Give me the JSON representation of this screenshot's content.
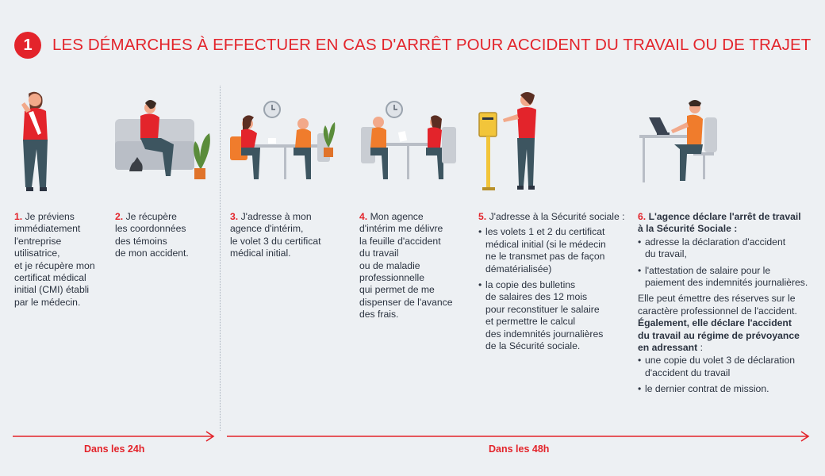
{
  "header": {
    "number": "1",
    "title": "LES DÉMARCHES À EFFECTUER EN CAS D'ARRÊT POUR ACCIDENT DU TRAVAIL OU DE TRAJET"
  },
  "steps": [
    {
      "number": "1.",
      "lines": [
        "Je préviens",
        "immédiatement",
        "l'entreprise",
        "utilisatrice,",
        "et je récupère mon",
        "certificat médical",
        "initial (CMI) établi",
        "par le médecin."
      ]
    },
    {
      "number": "2.",
      "lines": [
        "Je récupère",
        "les coordonnées",
        "des témoins",
        "de mon accident."
      ]
    },
    {
      "number": "3.",
      "lines": [
        "J'adresse à mon",
        "agence d'intérim,",
        "le volet 3 du certificat",
        "médical initial."
      ]
    },
    {
      "number": "4.",
      "lines": [
        "Mon agence",
        "d'intérim me délivre",
        "la feuille d'accident",
        "du travail",
        "ou de maladie",
        "professionnelle",
        "qui permet de me",
        "dispenser de l'avance",
        "des frais."
      ]
    },
    {
      "number": "5.",
      "intro": "J'adresse à la Sécurité sociale :",
      "bullets": [
        [
          "les volets 1 et 2 du certificat",
          "médical initial (si le médecin",
          "ne le transmet pas de façon",
          "dématérialisée)"
        ],
        [
          "la copie des bulletins",
          "de salaires des 12 mois",
          "pour reconstituer le salaire",
          "et permettre le calcul",
          "des indemnités journalières",
          "de la Sécurité sociale."
        ]
      ]
    },
    {
      "number": "6.",
      "heading": [
        "L'agence déclare l'arrêt de travail",
        "à la Sécurité Sociale :"
      ],
      "bullets1": [
        [
          "adresse la déclaration d'accident",
          "du travail,"
        ],
        [
          "l'attestation de salaire pour le",
          "paiement des indemnités journalières."
        ]
      ],
      "para": [
        "Elle peut émettre des réserves sur le",
        "caractère professionnel de l'accident."
      ],
      "bold_para": [
        "Également, elle déclare l'accident",
        "du travail au régime de prévoyance"
      ],
      "bold_lead": "en adressant",
      "lead_rest": " :",
      "bullets2": [
        [
          "une copie du volet 3 de déclaration",
          "d'accident du travail"
        ],
        [
          "le dernier contrat de mission."
        ]
      ]
    }
  ],
  "timeline": {
    "label_24h": "Dans les 24h",
    "label_48h": "Dans les 48h"
  },
  "colors": {
    "accent": "#e3242b",
    "background": "#edf0f3",
    "text": "#2b3340",
    "skin": "#f2a98a",
    "pants": "#3d5560",
    "shirt_orange": "#f07c2c",
    "chair": "#c9cdd3"
  }
}
